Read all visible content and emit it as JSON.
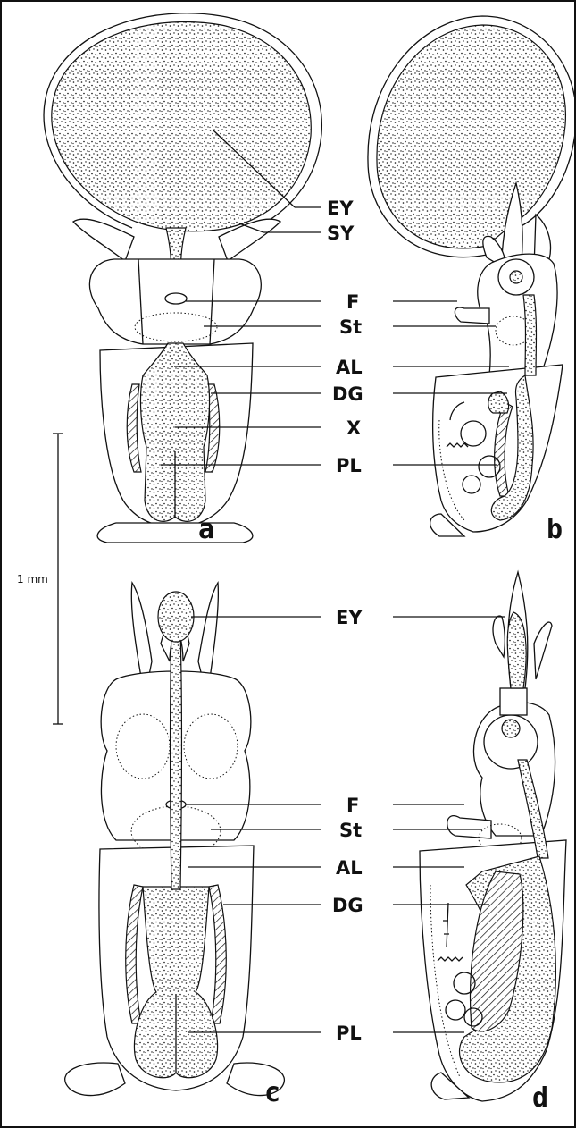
{
  "figure": {
    "scale_bar_label": "1 mm",
    "panels": [
      {
        "id": "a",
        "label": "a",
        "labels": [
          "EY",
          "SY",
          "F",
          "St",
          "AL",
          "DG",
          "X",
          "PL"
        ]
      },
      {
        "id": "b",
        "label": "b"
      },
      {
        "id": "c",
        "label": "c",
        "labels": [
          "EY",
          "F",
          "St",
          "AL",
          "DG",
          "PL"
        ]
      },
      {
        "id": "d",
        "label": "d"
      }
    ]
  },
  "colors": {
    "ink": "#111111",
    "paper": "#ffffff"
  }
}
